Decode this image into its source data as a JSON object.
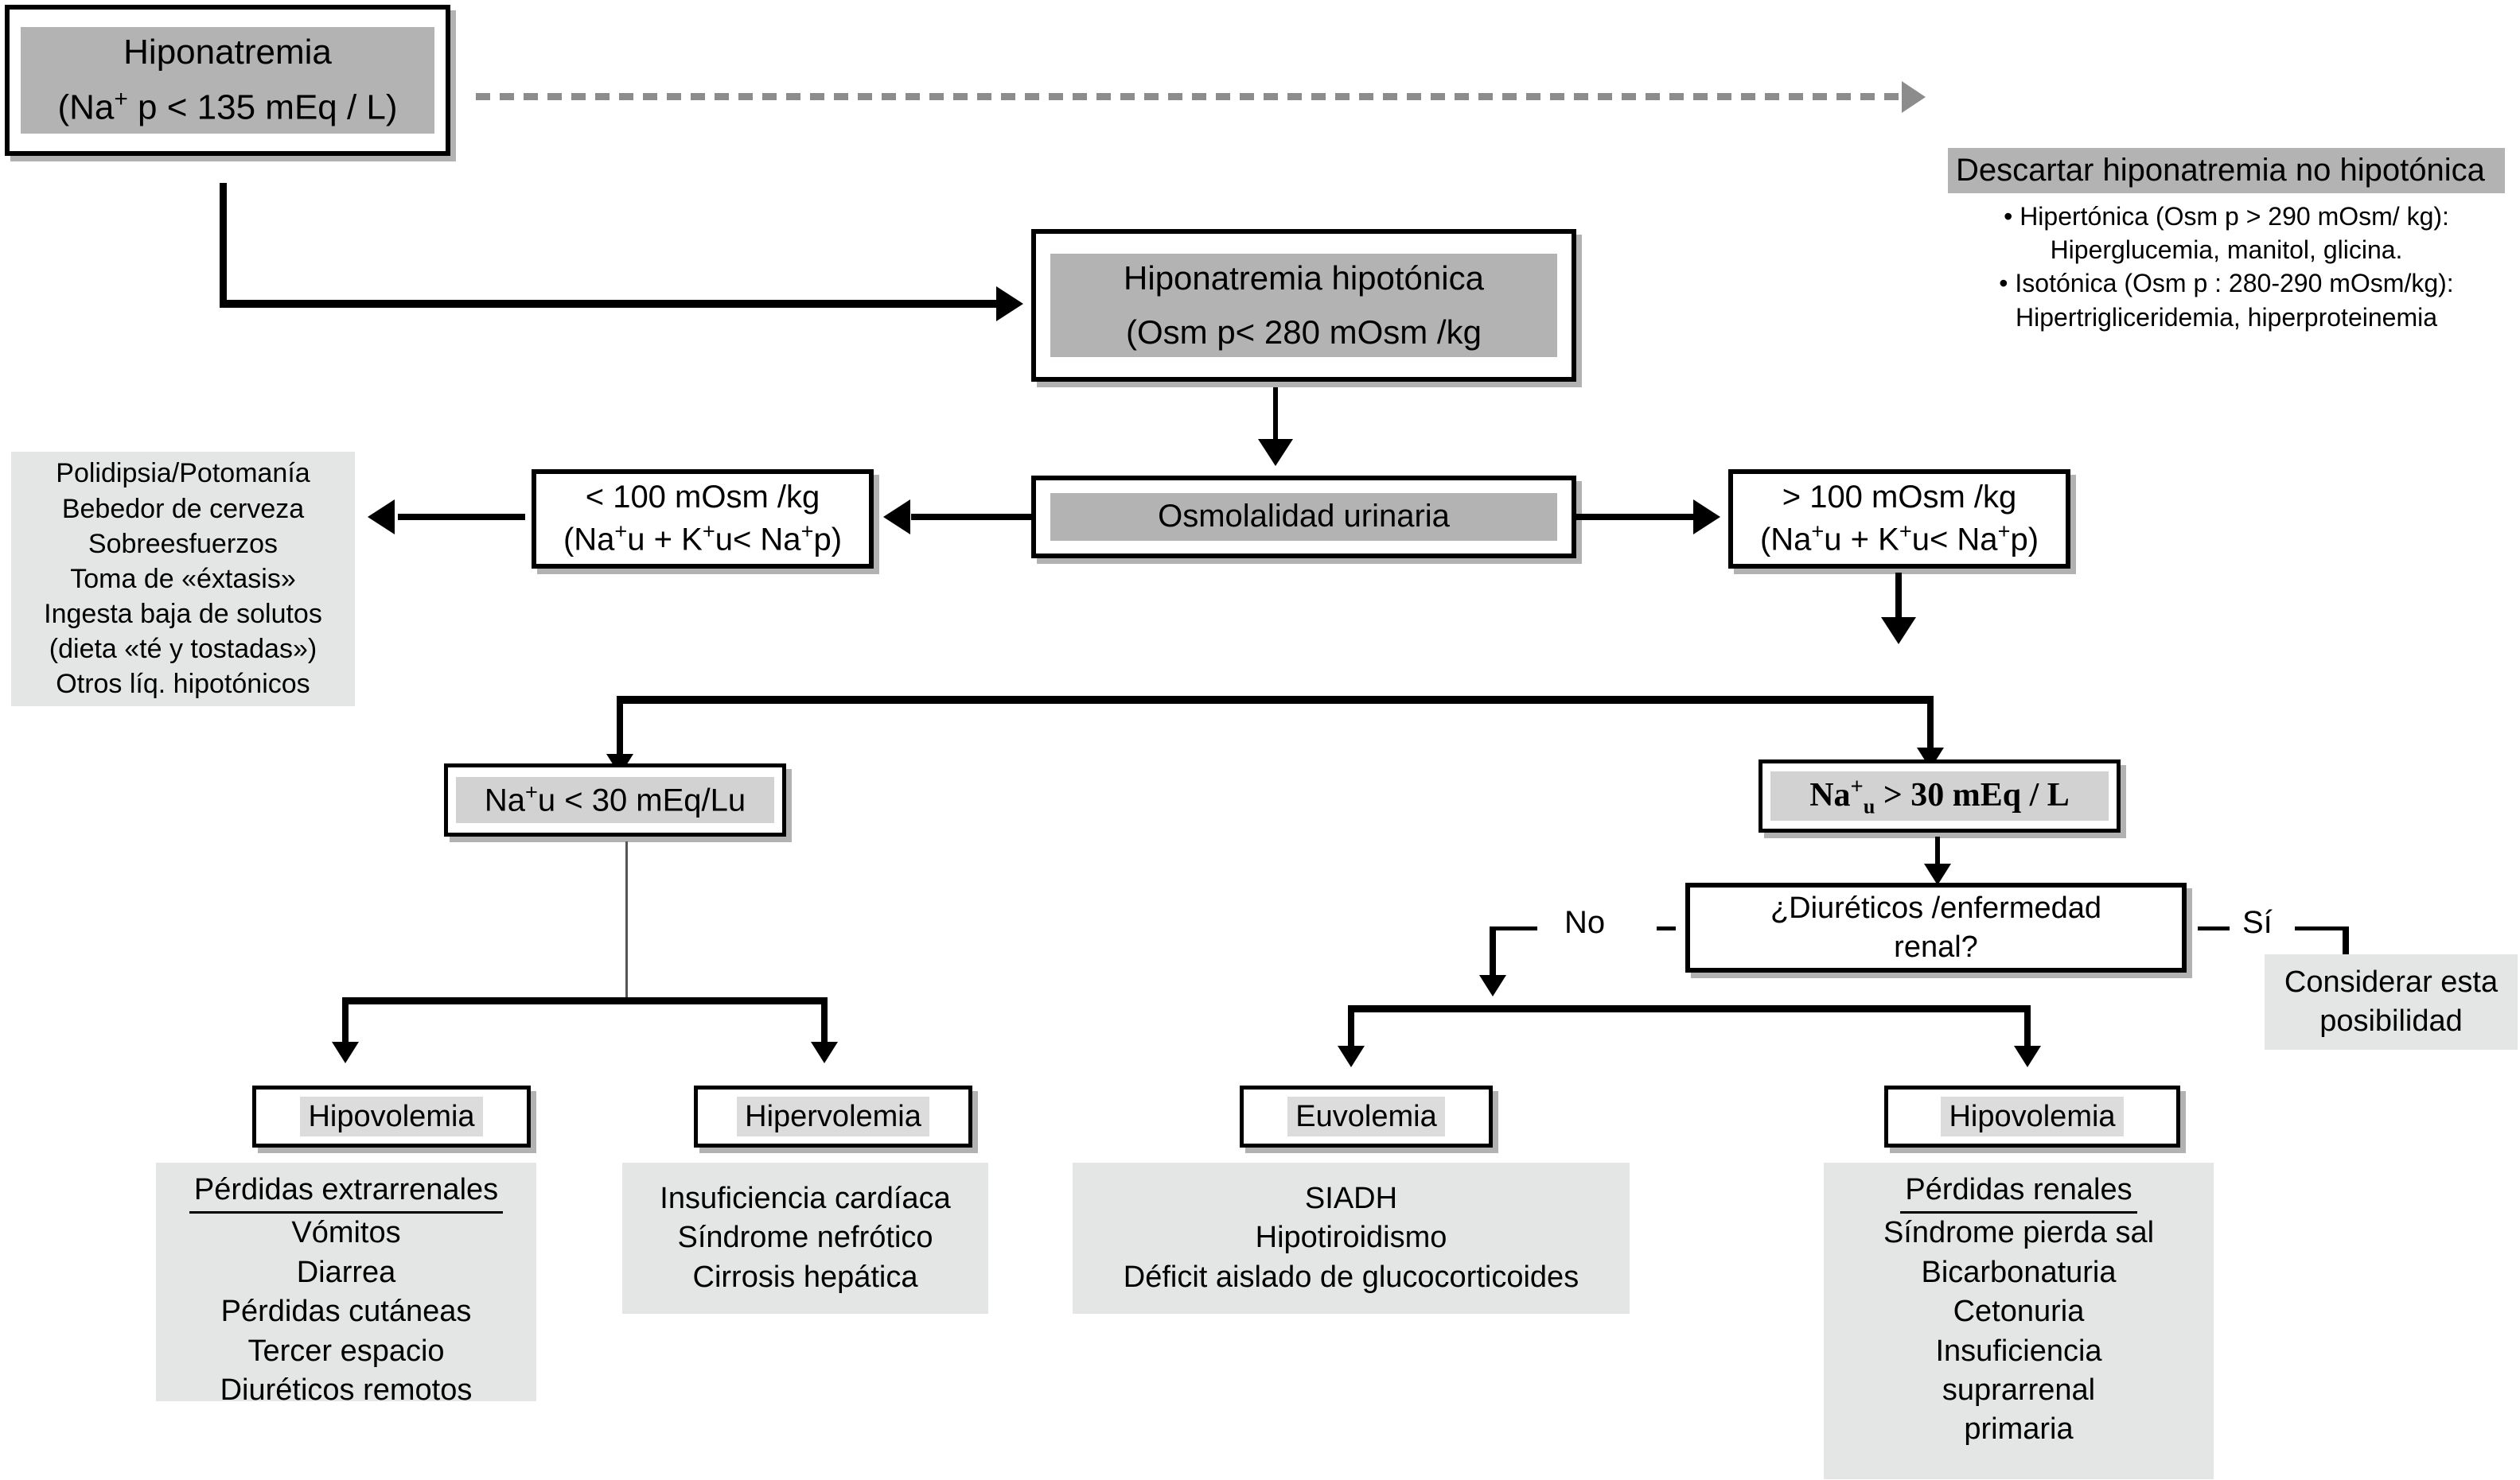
{
  "diagram": {
    "title_node": {
      "line1": "Hiponatremia",
      "line2_pre": "(Na",
      "line2_sup": "+",
      "line2_post": " p < 135 mEq / L)"
    },
    "nonhypotonic": {
      "header": "Descartar hiponatremia no hipotónica",
      "bullets": [
        "• Hipertónica (Osm p > 290 mOsm/ kg):",
        "Hiperglucemia, manitol, glicina.",
        "• Isotónica (Osm p : 280-290 mOsm/kg):",
        "Hipertrigliceridemia, hiperproteinemia"
      ]
    },
    "hypotonic": {
      "line1": "Hiponatremia hipotónica",
      "line2": "(Osm p< 280 mOsm /kg"
    },
    "urine_osm": {
      "label": "Osmolalidad urinaria"
    },
    "osm_low": {
      "line1": "< 100 mOsm /kg",
      "line2_a": "(Na",
      "sup1": "+",
      "line2_b": "u + K",
      "sup2": "+",
      "line2_c": "u< Na",
      "sup3": "+",
      "line2_d": "p)"
    },
    "osm_high": {
      "line1": "> 100 mOsm /kg",
      "line2_a": "(Na",
      "sup1": "+",
      "line2_b": "u + K",
      "sup2": "+",
      "line2_c": "u< Na",
      "sup3": "+",
      "line2_d": "p)"
    },
    "low_solute_panel": {
      "lines": [
        "Polidipsia/Potomanía",
        "Bebedor de cerveza",
        "Sobreesfuerzos",
        "Toma de «éxtasis»",
        "Ingesta baja de solutos",
        "(dieta «té y tostadas»)",
        "Otros líq. hipotónicos"
      ]
    },
    "na_low": {
      "pre": "Na",
      "sup": "+",
      "post": "u < 30 mEq/Lu"
    },
    "na_high": {
      "pre": "Na",
      "sup": "+",
      "sub": "u",
      "post": " > 30 mEq / L"
    },
    "diuretics_question": {
      "line1": "¿Diuréticos /enfermedad",
      "line2": "renal?"
    },
    "edge_labels": {
      "no": "No",
      "yes": "Sí"
    },
    "consider": {
      "line1": "Considerar esta",
      "line2": "posibilidad"
    },
    "outcomes": [
      {
        "box_label": "Hipovolemia",
        "panel_header": "Pérdidas extrarrenales",
        "panel_items": [
          "Vómitos",
          "Diarrea",
          "Pérdidas cutáneas",
          "Tercer espacio",
          "Diuréticos remotos"
        ]
      },
      {
        "box_label": "Hipervolemia",
        "panel_header": "",
        "panel_items": [
          "Insuficiencia cardíaca",
          "Síndrome nefrótico",
          "Cirrosis hepática"
        ]
      },
      {
        "box_label": "Euvolemia",
        "panel_header": "",
        "panel_items": [
          "SIADH",
          "Hipotiroidismo",
          "Déficit aislado de glucocorticoides"
        ]
      },
      {
        "box_label": "Hipovolemia",
        "panel_header": "Pérdidas renales",
        "panel_items": [
          "Síndrome pierda sal",
          "Bicarbonaturia",
          "Cetonuria",
          "Insuficiencia",
          "suprarrenal",
          "primaria"
        ]
      }
    ],
    "colors": {
      "node_border": "#000000",
      "highlight_strong": "#b3b3b3",
      "highlight_light": "#dcdcdc",
      "panel_bg": "#e4e6e6",
      "dashed_arrow": "#8c8c8c"
    }
  }
}
